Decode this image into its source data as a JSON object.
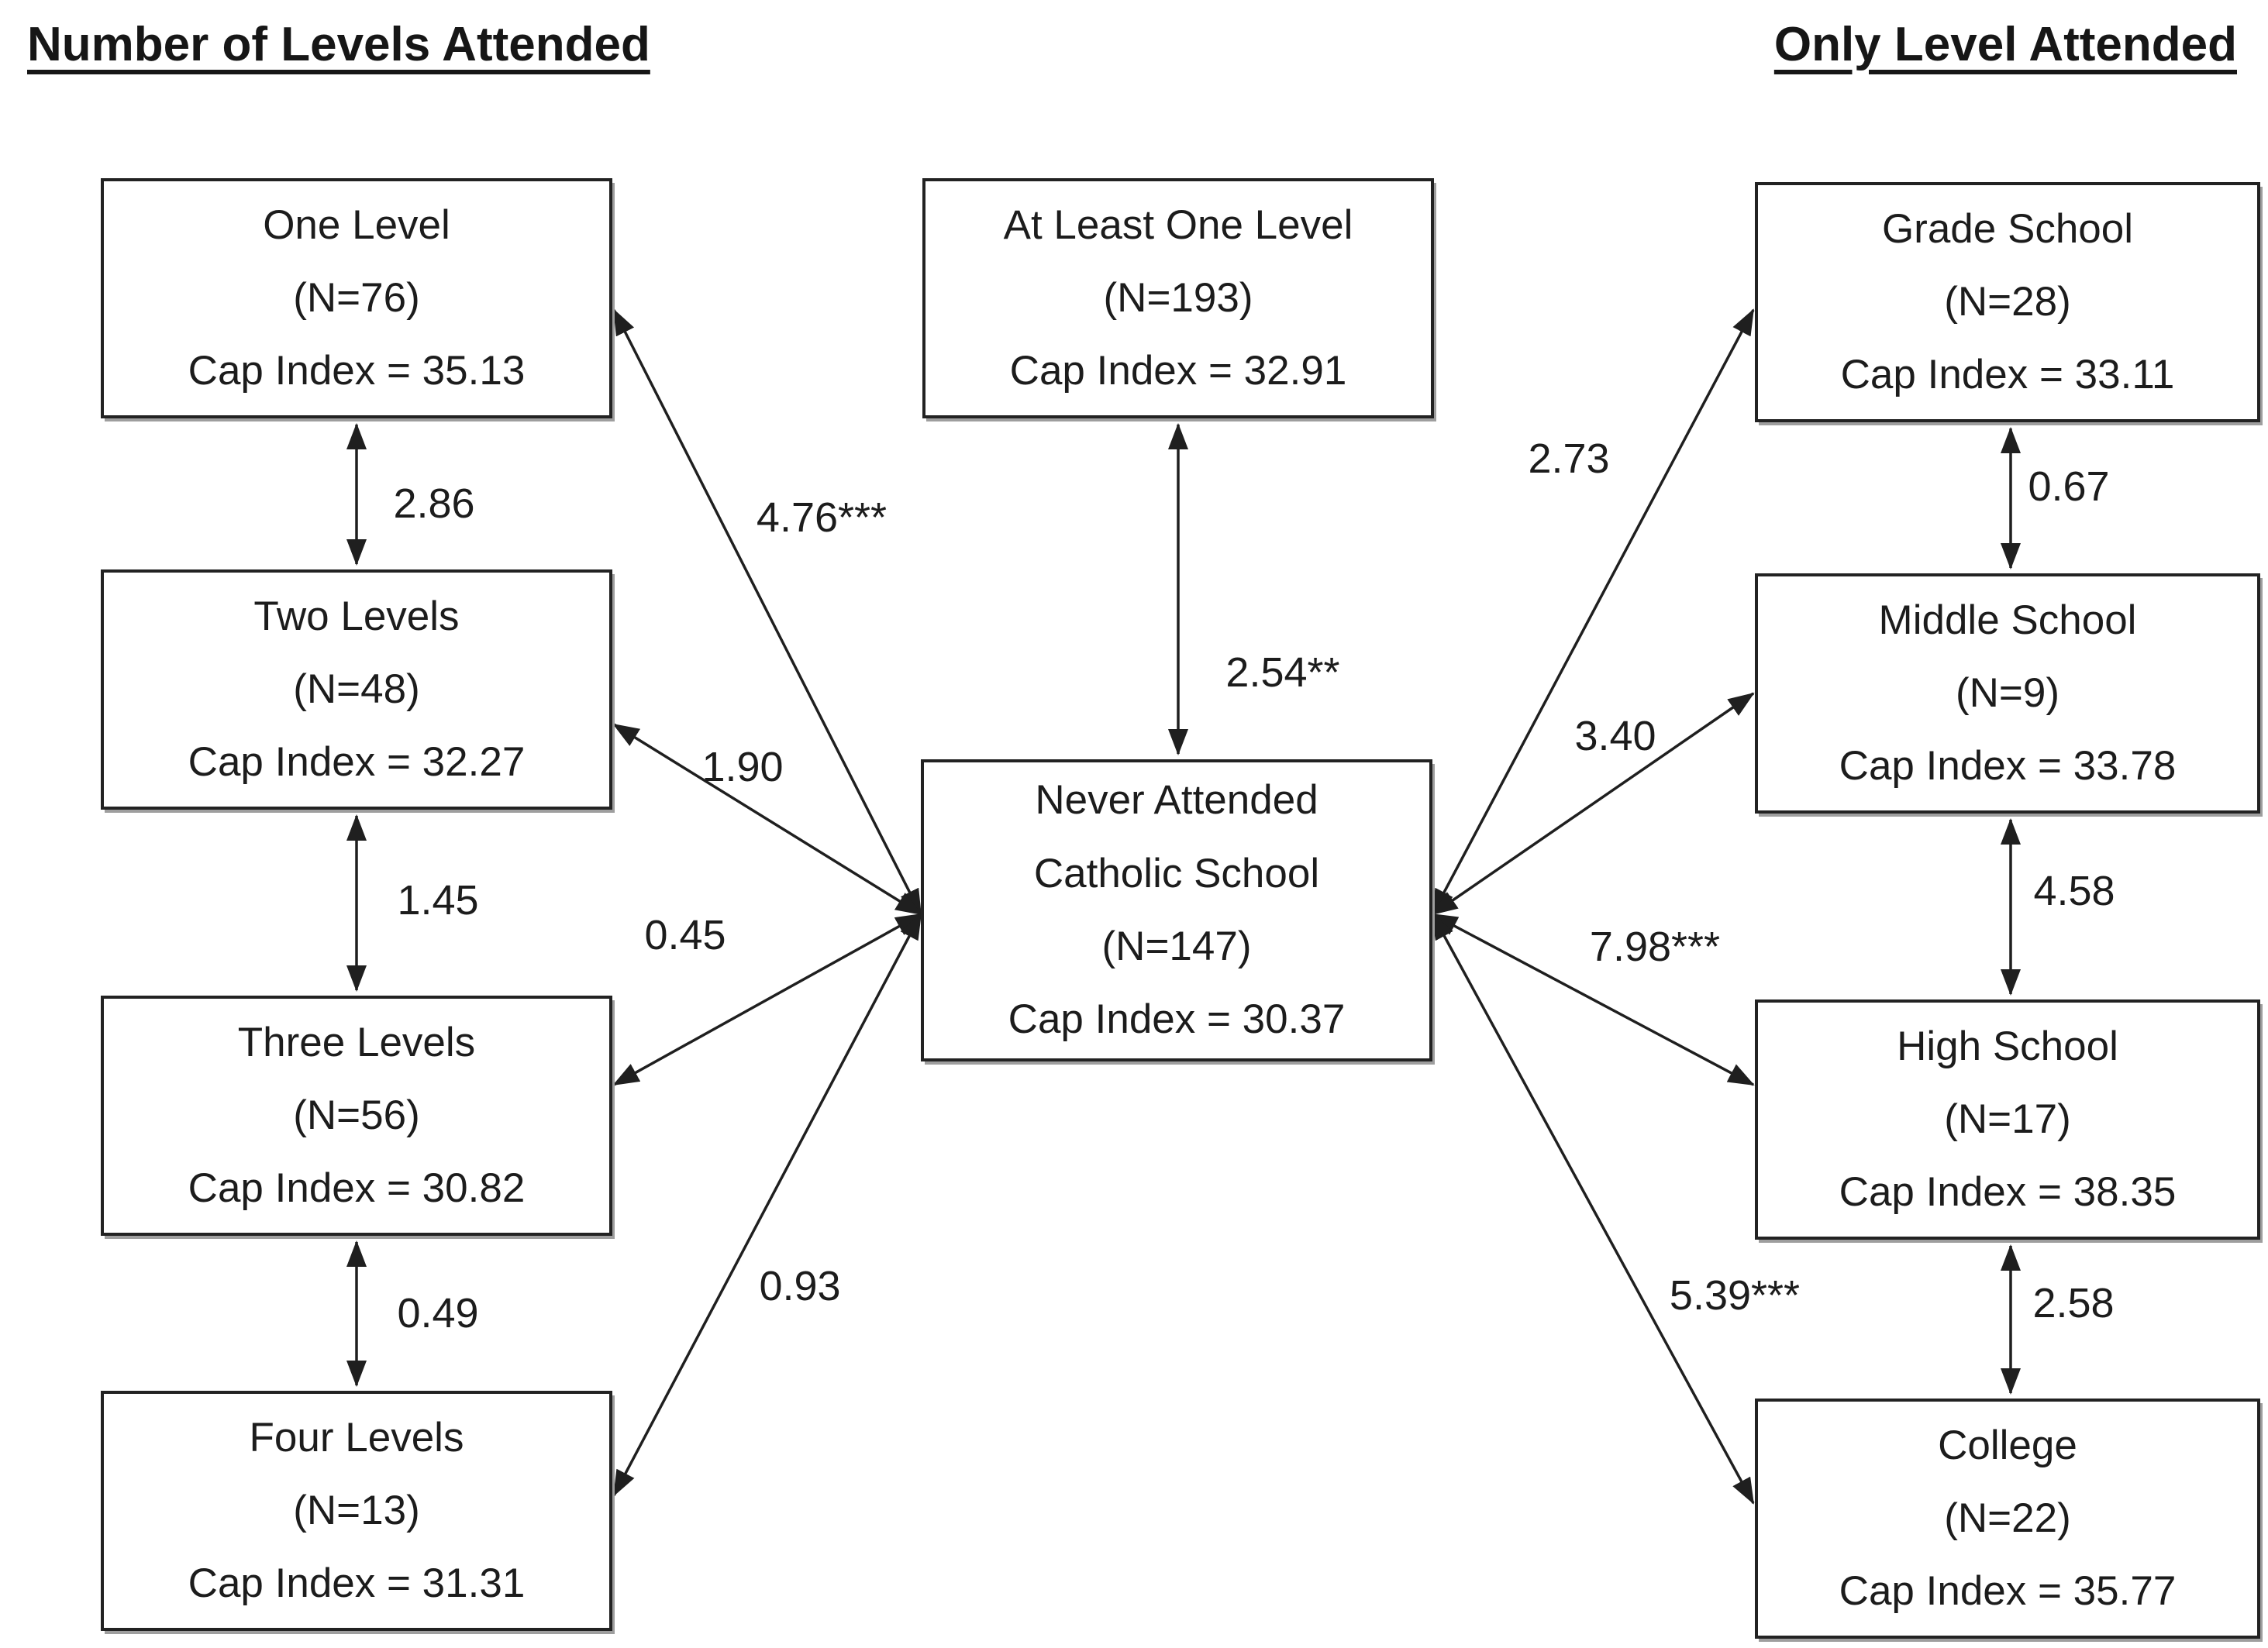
{
  "headers": {
    "left": "Number of Levels Attended",
    "right": "Only Level Attended"
  },
  "boxes": {
    "one_level": {
      "lines": [
        "One Level",
        "(N=76)",
        "Cap Index = 35.13"
      ]
    },
    "two_levels": {
      "lines": [
        "Two Levels",
        "(N=48)",
        "Cap Index = 32.27"
      ]
    },
    "three_levels": {
      "lines": [
        "Three Levels",
        "(N=56)",
        "Cap Index = 30.82"
      ]
    },
    "four_levels": {
      "lines": [
        "Four Levels",
        "(N=13)",
        "Cap Index = 31.31"
      ]
    },
    "at_least_one": {
      "lines": [
        "At Least One Level",
        "(N=193)",
        "Cap Index = 32.91"
      ]
    },
    "never_attended": {
      "lines": [
        "Never Attended",
        "Catholic School",
        "(N=147)",
        "Cap Index = 30.37"
      ]
    },
    "grade_school": {
      "lines": [
        "Grade School",
        "(N=28)",
        "Cap Index = 33.11"
      ]
    },
    "middle_school": {
      "lines": [
        "Middle School",
        "(N=9)",
        "Cap Index = 33.78"
      ]
    },
    "high_school": {
      "lines": [
        "High School",
        "(N=17)",
        "Cap Index = 38.35"
      ]
    },
    "college": {
      "lines": [
        "College",
        "(N=22)",
        "Cap Index = 35.77"
      ]
    }
  },
  "edge_labels": {
    "one_two": "2.86",
    "two_three": "1.45",
    "three_four": "0.49",
    "center_one": "4.76***",
    "center_two": "1.90",
    "center_three": "0.45",
    "center_four": "0.93",
    "center_atleast": "2.54**",
    "center_grade": "2.73",
    "center_middle": "3.40",
    "center_high": "7.98***",
    "center_college": "5.39***",
    "grade_middle": "0.67",
    "middle_high": "4.58",
    "high_college": "2.58"
  },
  "colors": {
    "line": "#1f1f1f",
    "text": "#1c1c1c",
    "background": "#ffffff"
  }
}
